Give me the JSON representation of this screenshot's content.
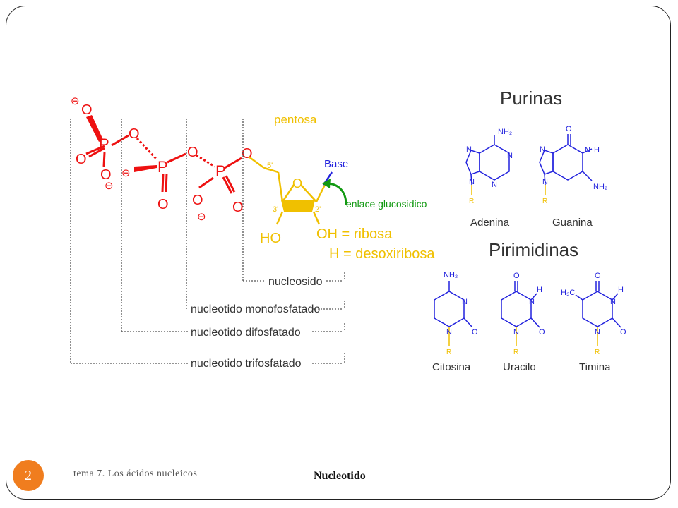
{
  "slide": {
    "page_number": "2",
    "footer_text": "tema 7. Los ácidos nucleicos",
    "footer_title": "Nucleotido"
  },
  "diagram": {
    "oxygen": "O",
    "phosphorus": "P",
    "minus": "⊖",
    "pentosa": "pentosa",
    "c5": "5'",
    "c3": "3'",
    "c2": "2'",
    "base": "Base",
    "enlace": "enlace glucosidico",
    "ho": "HO",
    "oh_ribosa": "OH = ribosa",
    "h_desoxi": "H = desoxiribosa",
    "nucleosido": "nucleosido",
    "monofosfatado": "nucleotido monofosfatado",
    "difosfatado": "nucleotido difosfatado",
    "trifosfatado": "nucleotido trifosfatado",
    "purinas": "Purinas",
    "pirimidinas": "Pirimidinas",
    "adenina": "Adenina",
    "guanina": "Guanina",
    "citosina": "Citosina",
    "uracilo": "Uracilo",
    "timina": "Timina",
    "nh2": "NH₂",
    "h3c": "H₃C",
    "n": "N",
    "h": "H",
    "r": "R"
  },
  "colors": {
    "phosphate": "#ee1111",
    "sugar": "#f0c000",
    "base": "#2222dd",
    "enlace": "#119911",
    "badge": "#f07d1e"
  }
}
